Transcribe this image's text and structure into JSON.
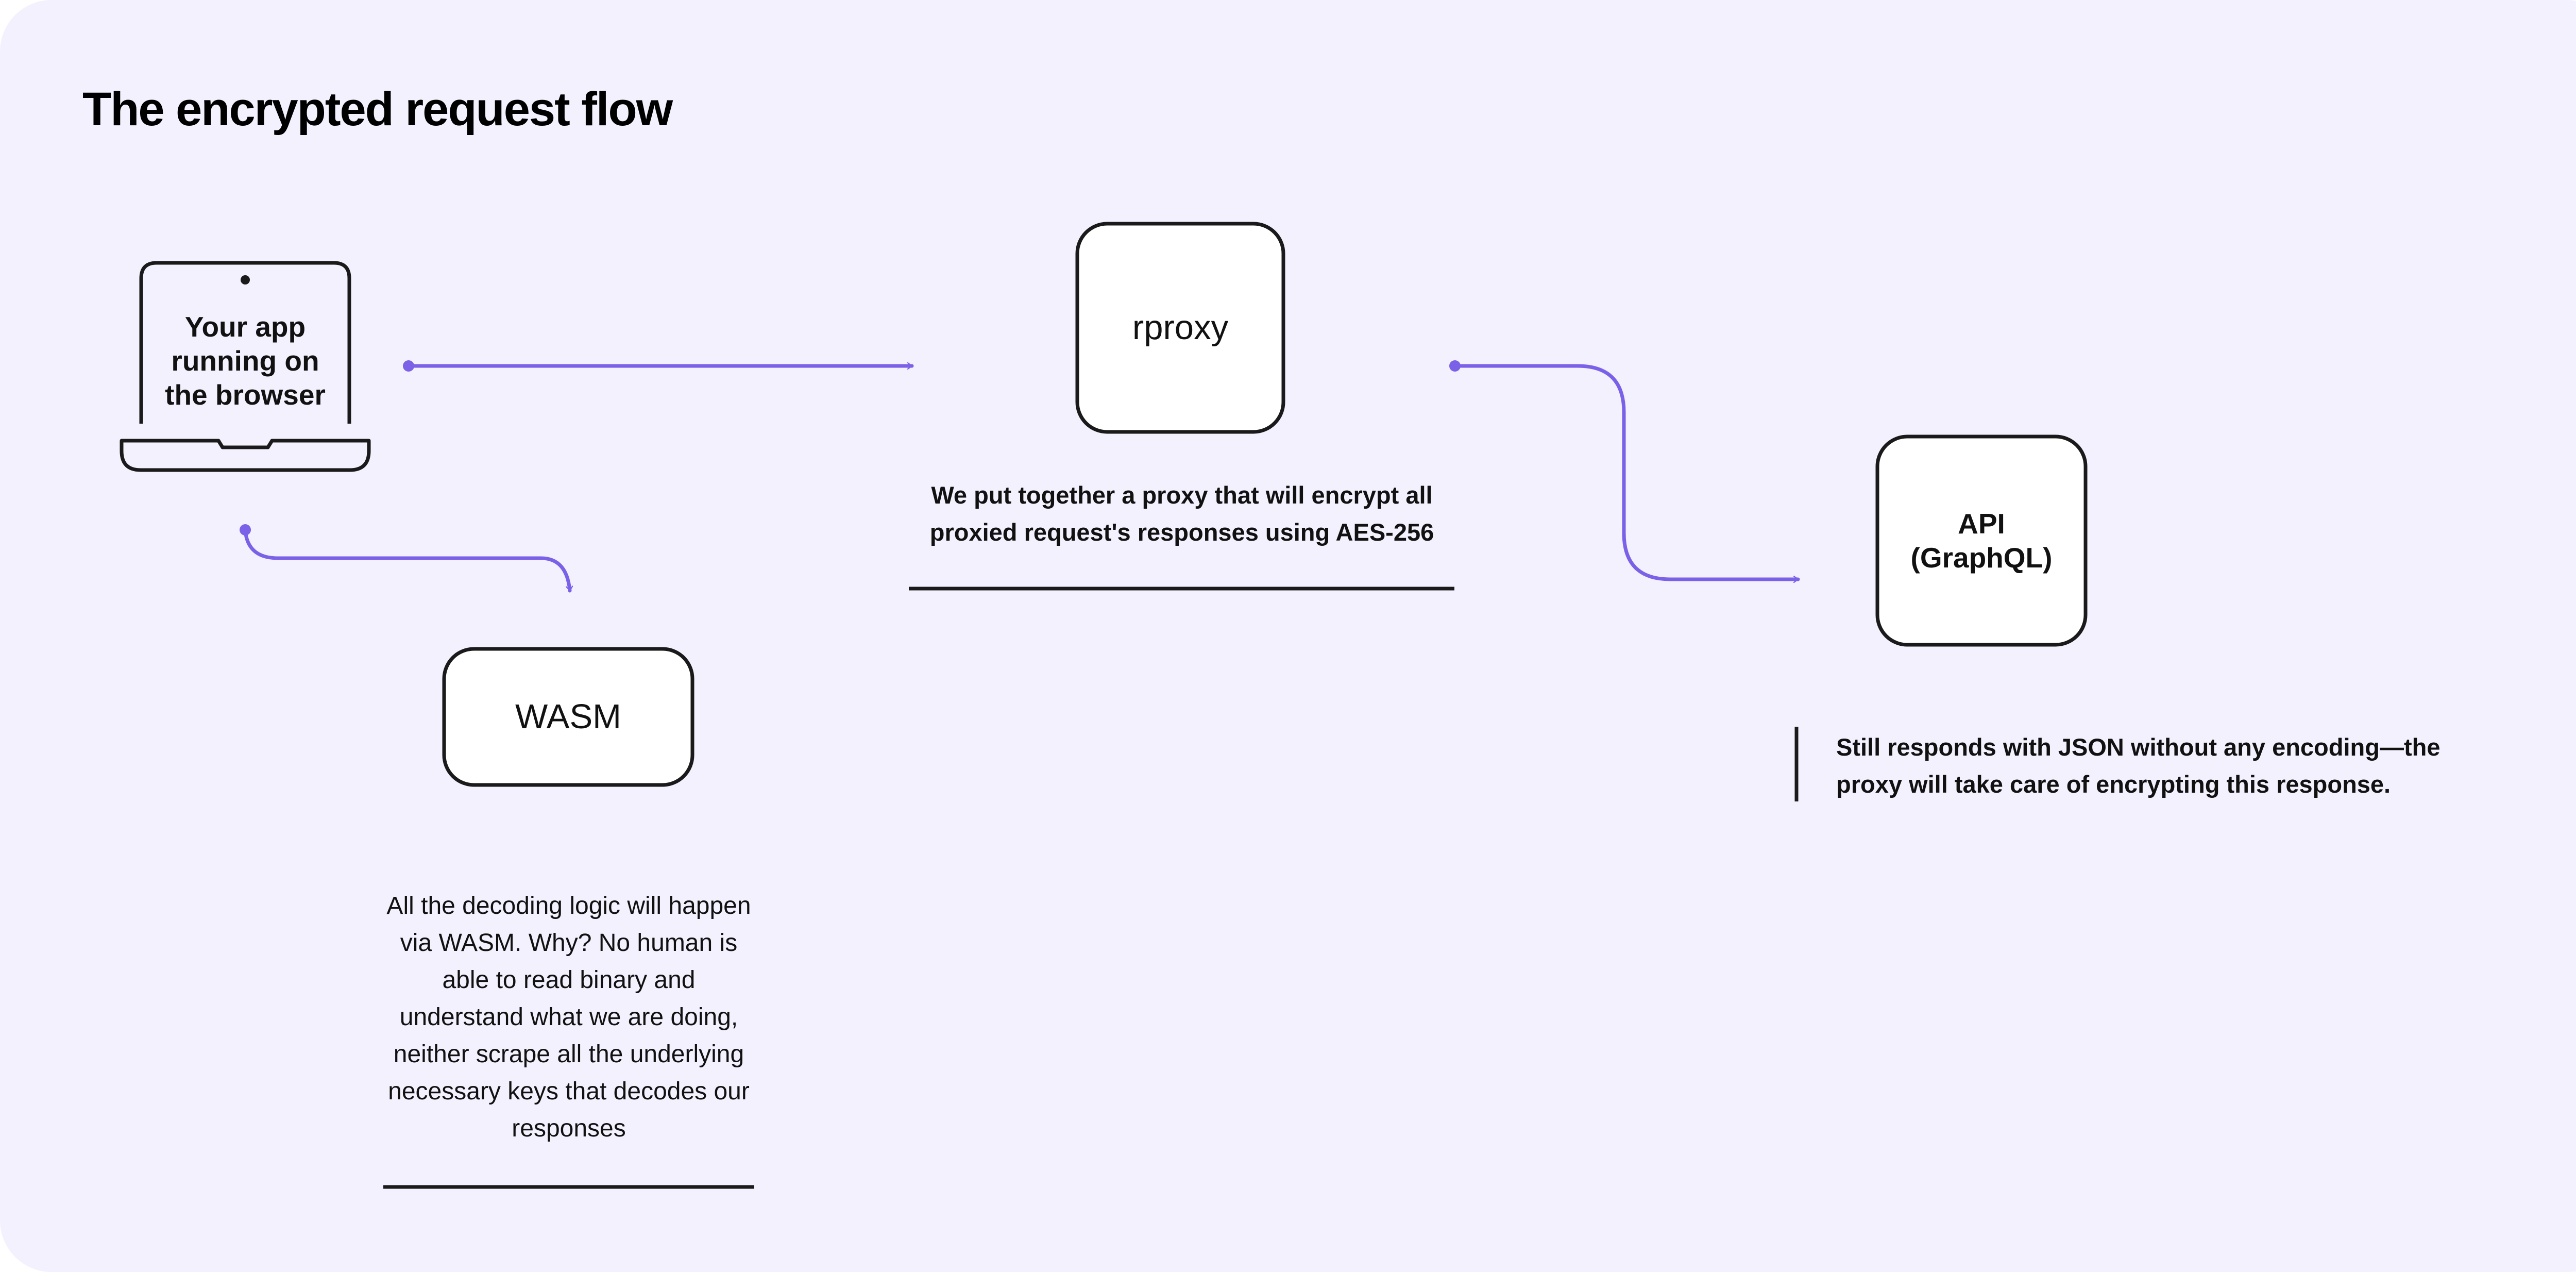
{
  "title": "The encrypted request flow",
  "nodes": {
    "client": {
      "label": "Your app running on the browser"
    },
    "wasm": {
      "label": "WASM"
    },
    "proxy": {
      "label": "rproxy"
    },
    "api": {
      "label": "API (GraphQL)"
    }
  },
  "notes": {
    "proxy": "We put together a proxy that will encrypt all proxied request's responses using AES-256",
    "wasm": "All the decoding logic will happen via WASM. Why? No human is able to read binary and understand what we are doing, neither scrape all the underlying necessary keys that decodes our responses",
    "api": "Still responds with JSON without any encoding—the proxy will take care of encrypting this response."
  },
  "colors": {
    "background": "#f3f1fd",
    "accent": "#7b61e8",
    "stroke": "#1a1a1a",
    "node_fill": "#ffffff",
    "text": "#111111"
  }
}
